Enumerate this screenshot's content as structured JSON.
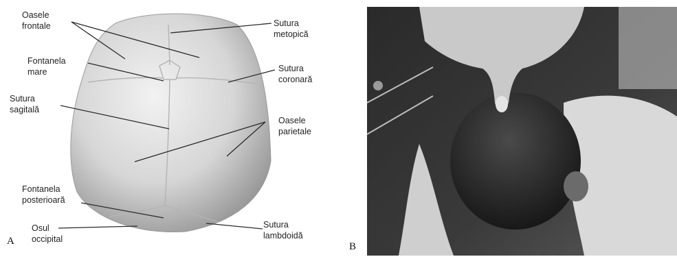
{
  "panel_a": {
    "letter": "A",
    "labels": {
      "oasele_frontale": [
        "Oasele",
        "frontale"
      ],
      "fontanela_mare": [
        "Fontanela",
        "mare"
      ],
      "sutura_sagitala": [
        "Sutura",
        "sagitală"
      ],
      "fontanela_posterioara": [
        "Fontanela",
        "posterioară"
      ],
      "osul_occipital": [
        "Osul",
        "occipital"
      ],
      "sutura_metopica": [
        "Sutura",
        "metopică"
      ],
      "sutura_coronara": [
        "Sutura",
        "coronară"
      ],
      "oasele_parietale": [
        "Oasele",
        "parietale"
      ],
      "sutura_lambdoida": [
        "Sutura",
        "lambdoidă"
      ]
    }
  },
  "panel_b": {
    "letter": "B"
  },
  "colors": {
    "skull_light": "#e9e9e9",
    "skull_dark": "#8e8e8e",
    "leader_line": "#2a2a2a",
    "photo_dark": "#1e1e1e"
  }
}
